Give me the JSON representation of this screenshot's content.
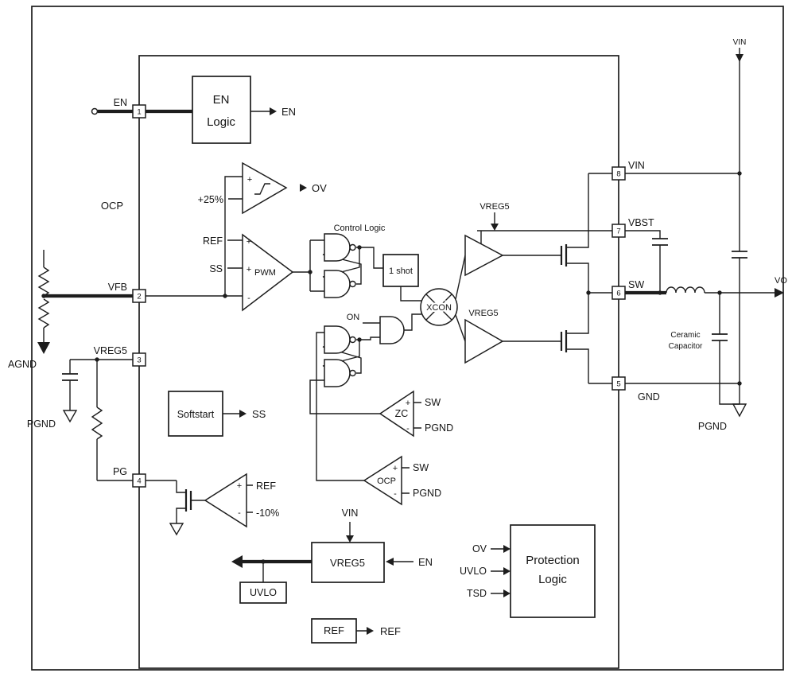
{
  "pins": {
    "p1": {
      "num": "1",
      "label": "EN"
    },
    "p2": {
      "num": "2",
      "label": "VFB"
    },
    "p3": {
      "num": "3",
      "label": "VREG5"
    },
    "p4": {
      "num": "4",
      "label": "PG"
    },
    "p5": {
      "num": "5",
      "label": "GND"
    },
    "p6": {
      "num": "6",
      "label": "SW"
    },
    "p7": {
      "num": "7",
      "label": "VBST"
    },
    "p8": {
      "num": "8",
      "label": "VIN"
    }
  },
  "blocks": {
    "en_logic_line1": "EN",
    "en_logic_line2": "Logic",
    "en_logic_out": "EN",
    "softstart": "Softstart",
    "softstart_out": "SS",
    "one_shot": "1 shot",
    "xcon": "XCON",
    "control_logic": "Control Logic",
    "vreg5": "VREG5",
    "vreg5_in_top": "VIN",
    "vreg5_in_right": "EN",
    "uvlo": "UVLO",
    "ref": "REF",
    "ref_out": "REF",
    "protection_line1": "Protection",
    "protection_line2": "Logic",
    "protection_in_ov": "OV",
    "protection_in_uvlo": "UVLO",
    "protection_in_tsd": "TSD"
  },
  "comparators": {
    "plus": "+",
    "minus": "-",
    "ov_threshold": "+25%",
    "ov_out": "OV",
    "pwm_in_ref": "REF",
    "pwm_in_ss": "SS",
    "pwm_label": "PWM",
    "zc_label": "ZC",
    "zc_in_plus": "SW",
    "zc_in_minus": "PGND",
    "ocp_label": "OCP",
    "ocp_in_plus": "SW",
    "ocp_in_minus": "PGND",
    "pg_in_plus": "REF",
    "pg_in_minus": "-10%"
  },
  "nets": {
    "on": "ON",
    "ocp_region": "OCP",
    "vreg5_hs": "VREG5",
    "vreg5_ls": "VREG5",
    "agnd": "AGND",
    "pgnd_left": "PGND",
    "vin_top": "VIN",
    "vo": "VO",
    "ceramic_line1": "Ceramic",
    "ceramic_line2": "Capacitor",
    "pgnd_right": "PGND"
  }
}
